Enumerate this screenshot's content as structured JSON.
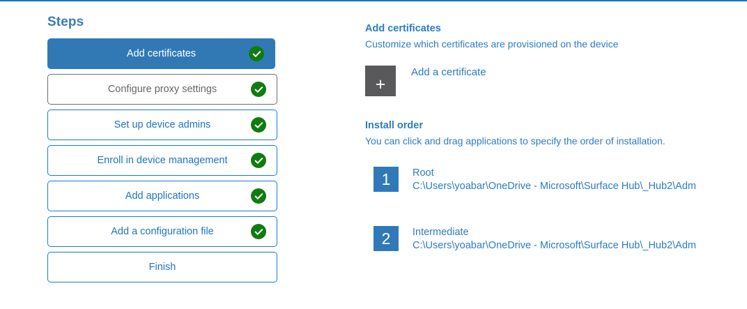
{
  "theme": {
    "accent_rule": "#0078c8",
    "active_step_bg": "#3179b5",
    "outline_blue": "#1a7ad1",
    "outline_gray": "#6e6e6e",
    "check_green": "#107c10",
    "link_blue": "#2b7cc4",
    "add_tile_gray": "#59595b",
    "order_tile_blue": "#3079b8"
  },
  "steps_panel": {
    "title": "Steps",
    "items": [
      {
        "label": "Add certificates",
        "state": "active",
        "completed": true
      },
      {
        "label": "Configure proxy settings",
        "state": "outline-gray",
        "completed": true
      },
      {
        "label": "Set up device admins",
        "state": "outline-blue",
        "completed": true
      },
      {
        "label": "Enroll in device management",
        "state": "outline-blue",
        "completed": true
      },
      {
        "label": "Add applications",
        "state": "outline-blue",
        "completed": true
      },
      {
        "label": "Add a configuration file",
        "state": "outline-blue",
        "completed": true
      },
      {
        "label": "Finish",
        "state": "outline-blue",
        "completed": false
      }
    ]
  },
  "detail_panel": {
    "heading": "Add certificates",
    "subheading": "Customize which certificates are provisioned on the device",
    "add_certificate": {
      "icon": "plus-icon",
      "glyph": "+",
      "label": "Add a certificate"
    },
    "install_order": {
      "heading": "Install order",
      "subheading": "You can click and drag applications to specify the order of installation.",
      "items": [
        {
          "number": "1",
          "name": "Root",
          "path": "C:\\Users\\yoabar\\OneDrive - Microsoft\\Surface Hub\\_Hub2\\Adm"
        },
        {
          "number": "2",
          "name": "Intermediate",
          "path": "C:\\Users\\yoabar\\OneDrive - Microsoft\\Surface Hub\\_Hub2\\Adm"
        }
      ]
    }
  }
}
